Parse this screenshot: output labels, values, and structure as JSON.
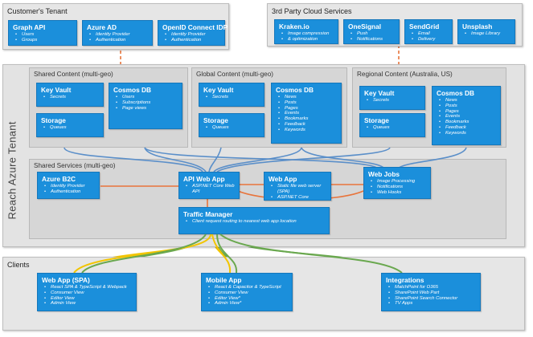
{
  "frames": {
    "customer_tenant": {
      "title": "Customer's Tenant",
      "cards": [
        {
          "title": "Graph API",
          "items": [
            "Users",
            "Groups"
          ]
        },
        {
          "title": "Azure AD",
          "items": [
            "Identity Provider",
            "Authentication"
          ]
        },
        {
          "title": "OpenID Connect IDP",
          "items": [
            "Identity Provider",
            "Authentication"
          ]
        }
      ]
    },
    "third_party": {
      "title": "3rd Party Cloud Services",
      "title_sup": "rd",
      "cards": [
        {
          "title": "Kraken.io",
          "items": [
            "Image compression",
            "& optimization"
          ]
        },
        {
          "title": "OneSignal",
          "items": [
            "Push",
            "Notifications"
          ]
        },
        {
          "title": "SendGrid",
          "items": [
            "Email",
            "Delivery"
          ]
        },
        {
          "title": "Unsplash",
          "items": [
            "Image Library"
          ]
        }
      ]
    },
    "reach_tenant": {
      "label": "Reach Azure Tenant",
      "shared_content": {
        "title": "Shared Content (multi-geo)",
        "key_vault": {
          "title": "Key Vault",
          "items": [
            "Secrets"
          ]
        },
        "storage": {
          "title": "Storage",
          "items": [
            "Queues"
          ]
        },
        "cosmos": {
          "title": "Cosmos DB",
          "items": [
            "Users",
            "Subscriptions",
            "Page views"
          ]
        }
      },
      "global_content": {
        "title": "Global Content (multi-geo)",
        "key_vault": {
          "title": "Key Vault",
          "items": [
            "Secrets"
          ]
        },
        "storage": {
          "title": "Storage",
          "items": [
            "Queues"
          ]
        },
        "cosmos": {
          "title": "Cosmos DB",
          "items": [
            "News",
            "Posts",
            "Pages",
            "Events",
            "Bookmarks",
            "Feedback",
            "Keywords"
          ]
        }
      },
      "regional_content": {
        "title": "Regional Content (Australia, US)",
        "key_vault": {
          "title": "Key Vault",
          "items": [
            "Secrets"
          ]
        },
        "storage": {
          "title": "Storage",
          "items": [
            "Queues"
          ]
        },
        "cosmos": {
          "title": "Cosmos DB",
          "items": [
            "News",
            "Posts",
            "Pages",
            "Events",
            "Bookmarks",
            "Feedback",
            "Keywords"
          ]
        }
      },
      "shared_services": {
        "title": "Shared Services (multi-geo)",
        "azure_b2c": {
          "title": "Azure B2C",
          "items": [
            "Identity Provider",
            "Authentication"
          ]
        },
        "api_web_app": {
          "title": "API Web App",
          "items": [
            "ASP.NET Core Web API"
          ]
        },
        "web_app": {
          "title": "Web App",
          "items": [
            "Static file web server (SPA)",
            "ASP.NET Core"
          ]
        },
        "web_jobs": {
          "title": "Web Jobs",
          "items": [
            "Image Processing",
            "Notifications",
            "Web Hooks"
          ]
        },
        "traffic_manager": {
          "title": "Traffic Manager",
          "items": [
            "Client request routing to nearest web app location"
          ]
        }
      }
    },
    "clients": {
      "title": "Clients",
      "cards": [
        {
          "title": "Web App (SPA)",
          "items": [
            "React SPA & TypeScript & Webpack",
            "Consumer View",
            "Editor View",
            "Admin View"
          ]
        },
        {
          "title": "Mobile App",
          "items": [
            "React & Capacitor & TypeScript",
            "Consumer View",
            "Editor View*",
            "Admin View*"
          ]
        },
        {
          "title": "Integrations",
          "items": [
            "MatchPoint for O365",
            "SharePoint Web Part",
            "SharePoint Search Connector",
            "TV Apps"
          ]
        }
      ]
    }
  },
  "colors": {
    "card": "#1b8fdb",
    "orange_link": "#e8743b",
    "blue_link": "#5b8fc9",
    "yellow_link": "#f2c500",
    "green_link": "#6aa84f"
  }
}
